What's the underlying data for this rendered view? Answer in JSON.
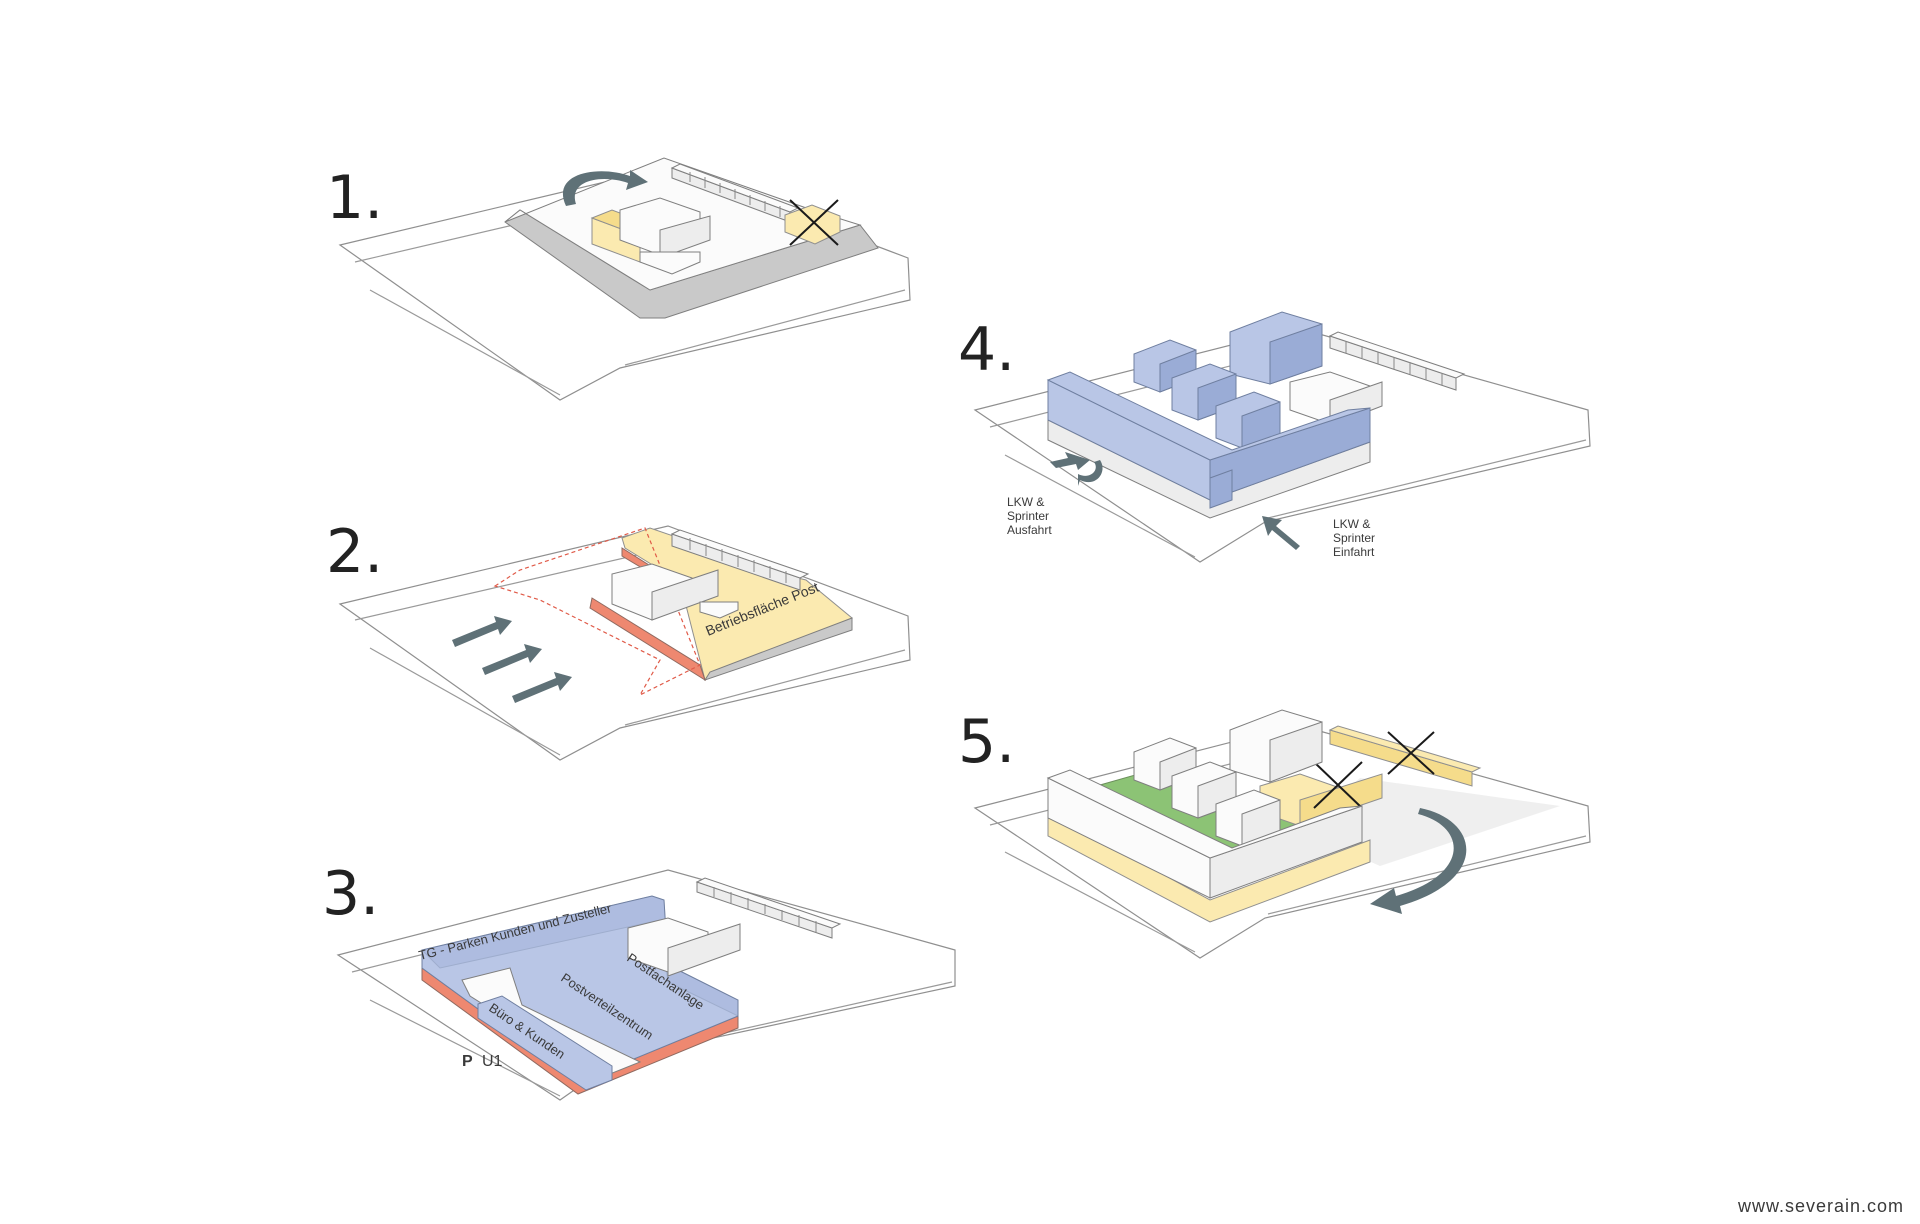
{
  "steps": [
    {
      "number": "1."
    },
    {
      "number": "2.",
      "labels": [
        "Betriebsfläche Post"
      ]
    },
    {
      "number": "3.",
      "labels": [
        "TG - Parken Kunden und Zusteller",
        "Postfachanlage",
        "Postverteilzentrum",
        "Büro & Kunden",
        "P",
        "U1"
      ]
    },
    {
      "number": "4.",
      "labels": [
        "LKW &",
        "Sprinter",
        "Ausfahrt",
        "LKW &",
        "Sprinter",
        "Einfahrt"
      ]
    },
    {
      "number": "5."
    }
  ],
  "footer": {
    "website": "www.severain.com"
  },
  "colors": {
    "existing_building_yellow": "#fbeab0",
    "demolition_red": "#ee8870",
    "new_building_blue": "#b9c6e6",
    "courtyard_green": "#8cc375",
    "arrow_slate": "#5f7177"
  }
}
